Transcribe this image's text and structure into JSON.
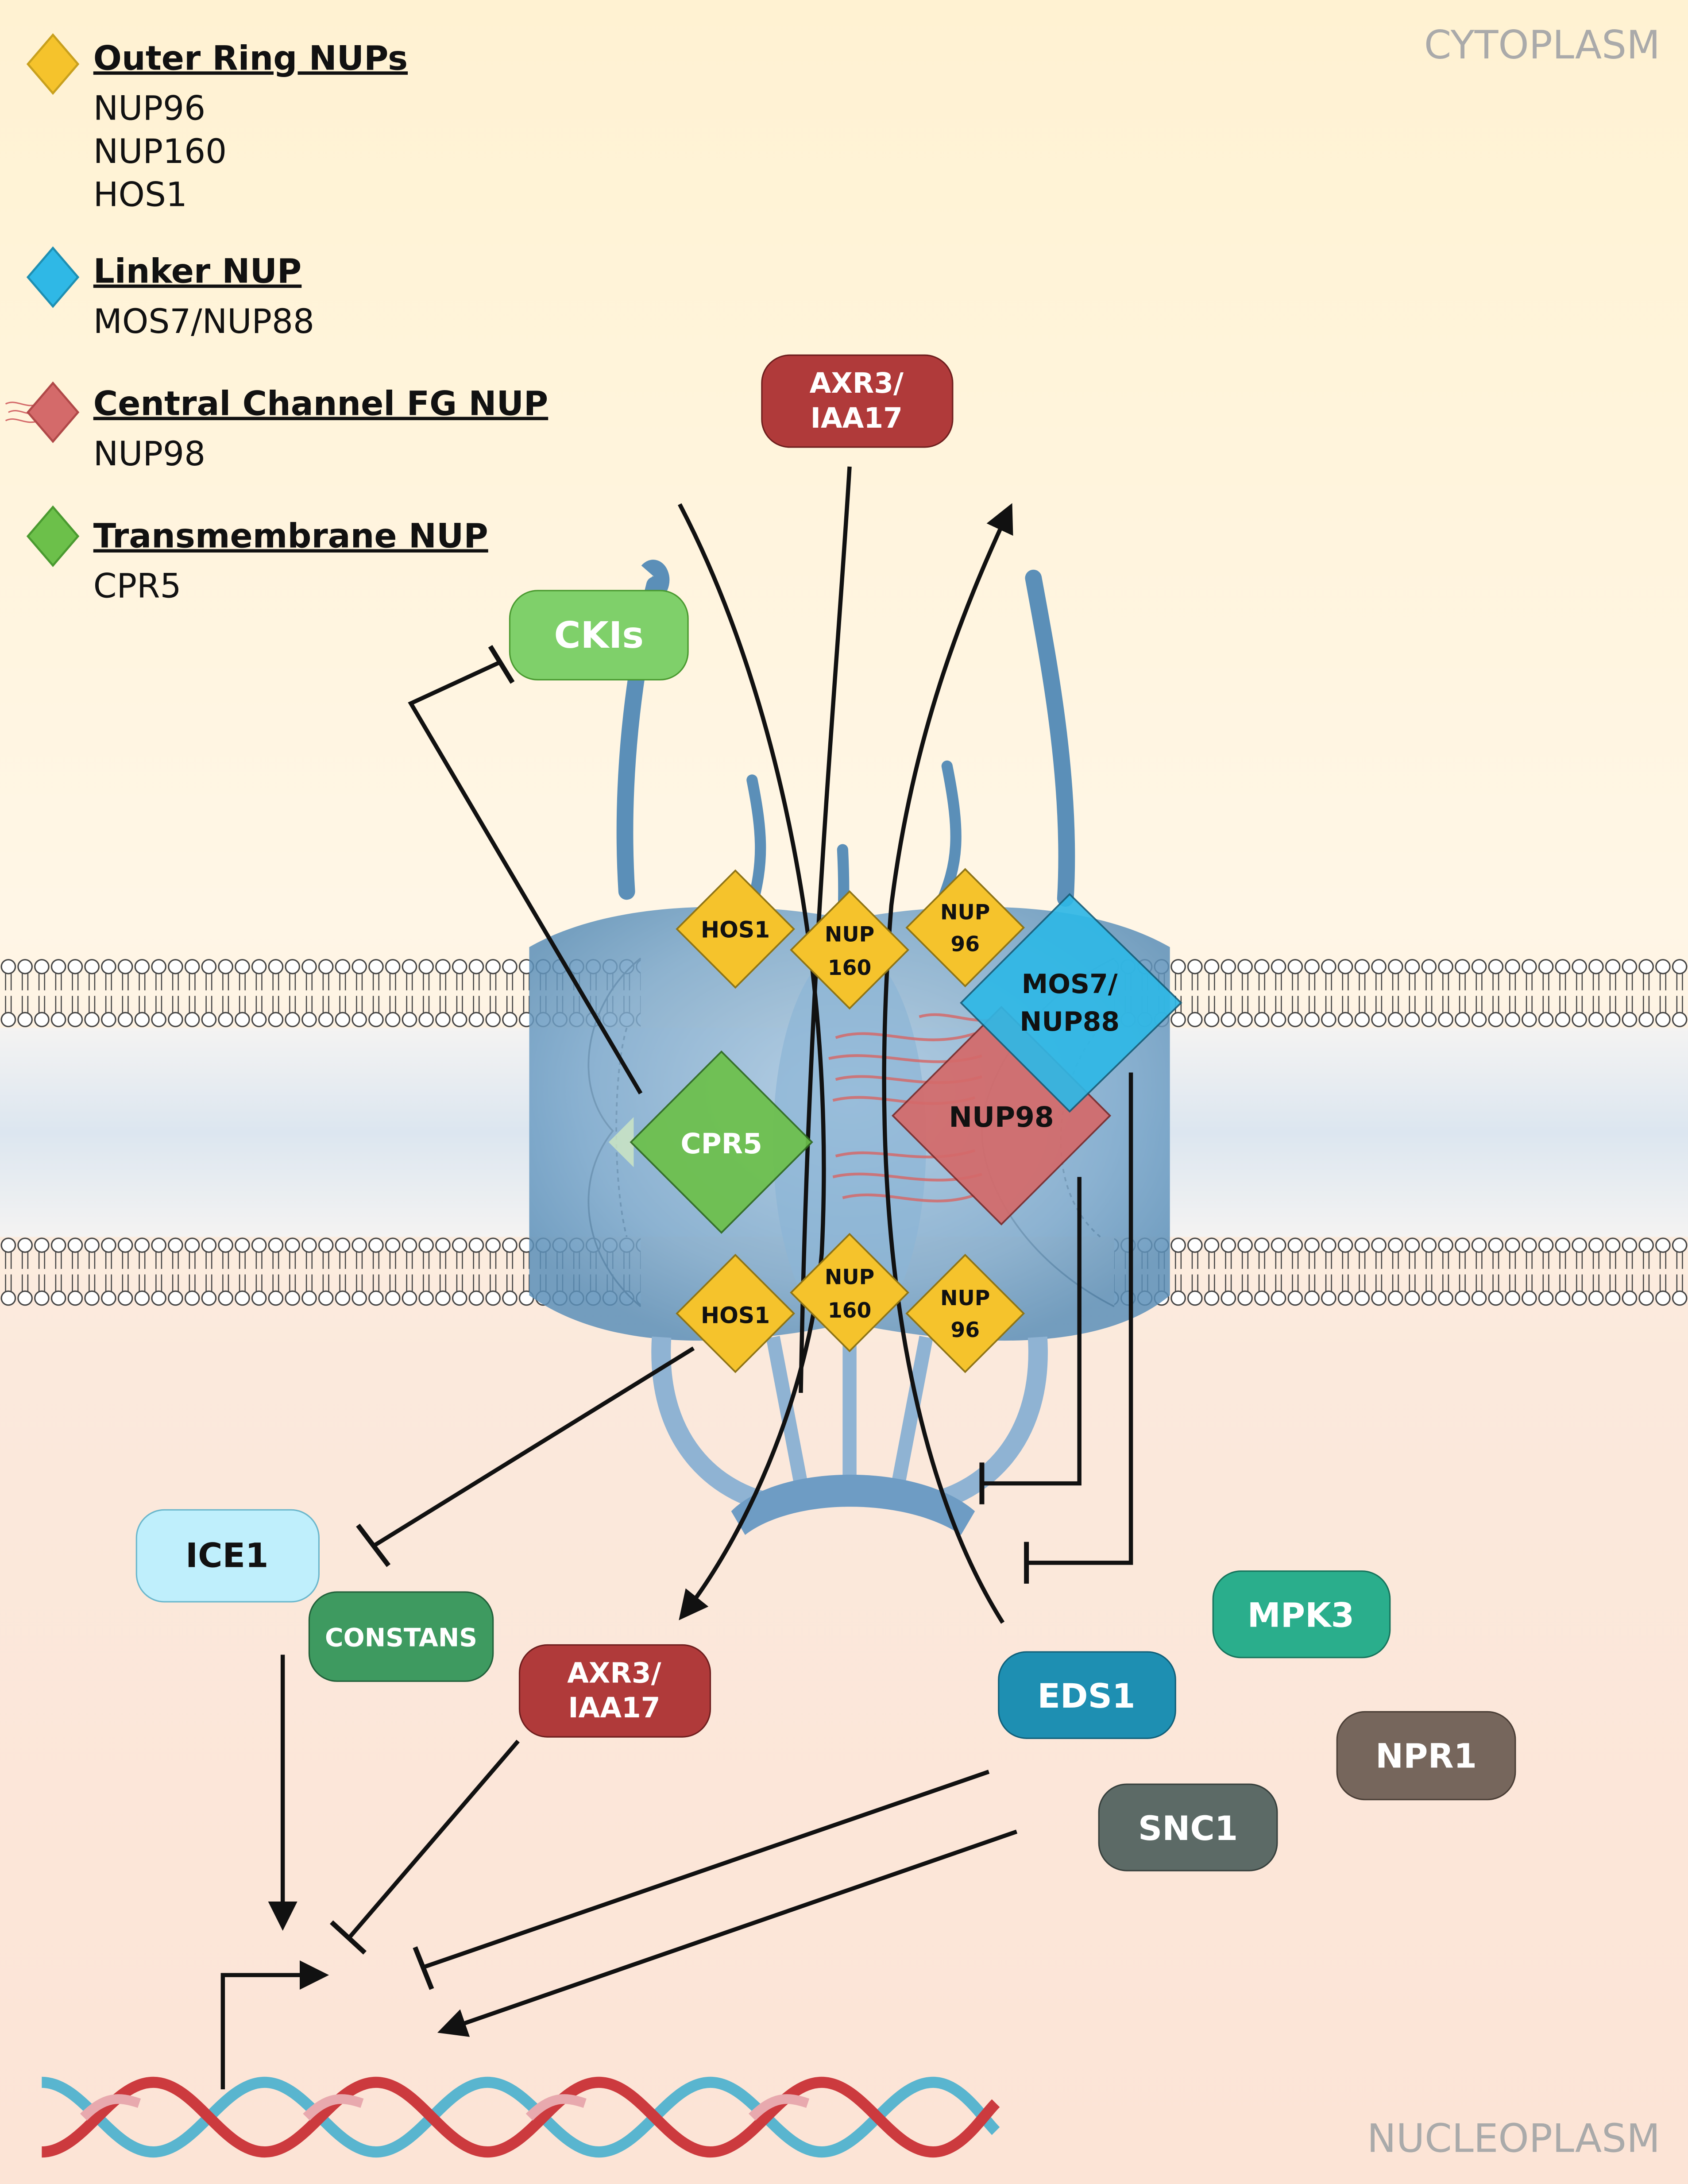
{
  "regions": {
    "cytoplasm": "CYTOPLASM",
    "nucleoplasm": "NUCLEOPLASM"
  },
  "legend": [
    {
      "title": "Outer Ring NUPs",
      "items": [
        "NUP96",
        "NUP160",
        "HOS1"
      ],
      "color": "#F5C32C"
    },
    {
      "title": "Linker NUP",
      "items": [
        "MOS7/NUP88"
      ],
      "color": "#2FB8E6"
    },
    {
      "title": "Central Channel FG NUP",
      "items": [
        "NUP98"
      ],
      "color": "#D46A6A"
    },
    {
      "title": "Transmembrane NUP",
      "items": [
        "CPR5"
      ],
      "color": "#6CC04A"
    }
  ],
  "pore_nups": {
    "hos1": "HOS1",
    "nup160_line1": "NUP",
    "nup160_line2": "160",
    "nup96_line1": "NUP",
    "nup96_line2": "96",
    "mos7_line1": "MOS7/",
    "mos7_line2": "NUP88",
    "nup98": "NUP98",
    "cpr5": "CPR5"
  },
  "factors": {
    "axr3_top_line1": "AXR3/",
    "axr3_top_line2": "IAA17",
    "ckis": "CKIs",
    "ice1": "ICE1",
    "constans": "CONSTANS",
    "axr3_bottom_line1": "AXR3/",
    "axr3_bottom_line2": "IAA17",
    "eds1": "EDS1",
    "mpk3": "MPK3",
    "npr1": "NPR1",
    "snc1": "SNC1"
  },
  "colors": {
    "outer_ring": "#F5C32C",
    "linker": "#2FB8E6",
    "fg_nup": "#D46A6A",
    "transmembrane": "#6CC04A",
    "pore": "#5B8FB8",
    "axr3": "#B03A3A",
    "ckis": "#7FD06A",
    "ice1": "#BFEFFC",
    "constans": "#3E9A60",
    "eds1": "#1E8FB2",
    "mpk3": "#2AAE8C",
    "npr1": "#76665C",
    "snc1": "#5C6A66"
  }
}
